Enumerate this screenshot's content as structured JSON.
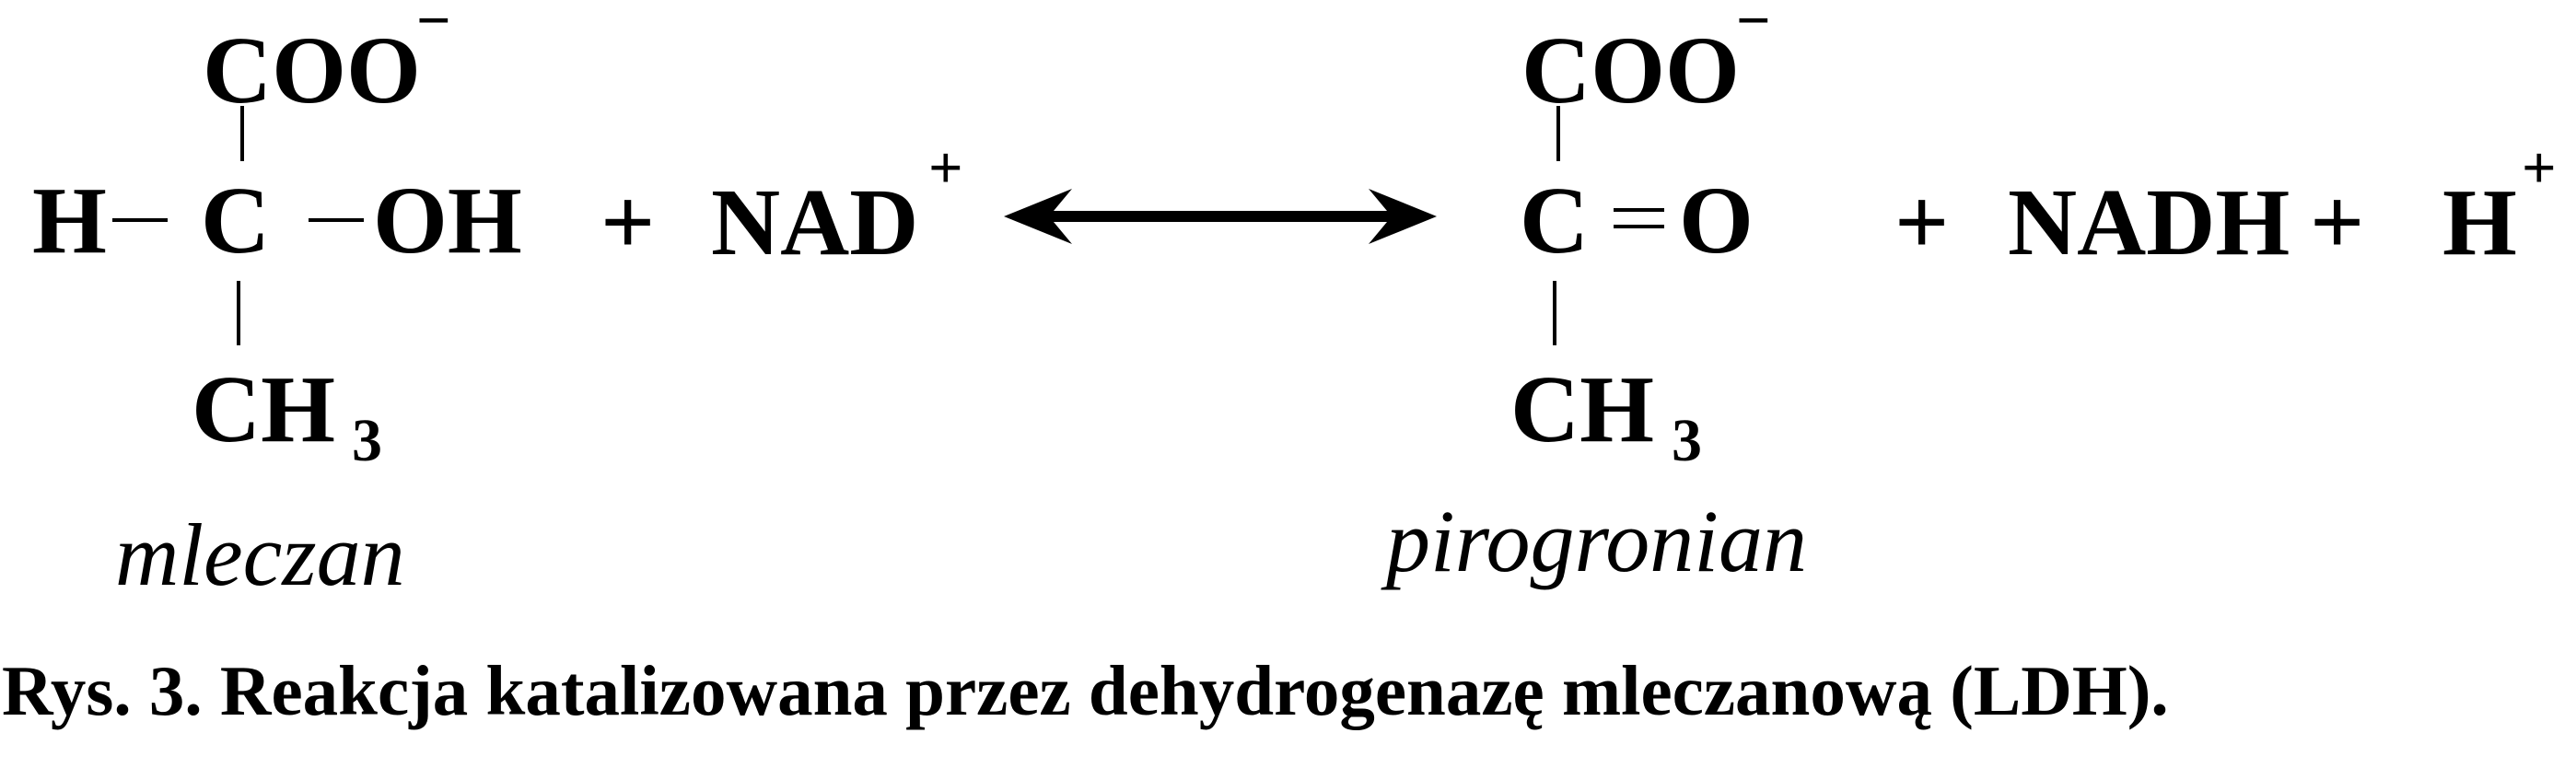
{
  "figure": {
    "caption": "Rys. 3. Reakcja katalizowana przez dehydrogenazę mleczanową (LDH)."
  },
  "lactate": {
    "top_group": "COO",
    "top_charge": "−",
    "left_atom": "H",
    "center_atom": "C",
    "right_group": "OH",
    "bottom_group": "CH",
    "bottom_subscript": "3",
    "name": "mleczan"
  },
  "reactant_plus": "+",
  "nad": {
    "label": "NAD",
    "charge": "+"
  },
  "arrow": {
    "type": "double-headed-arrow"
  },
  "pyruvate": {
    "top_group": "COO",
    "top_charge": "−",
    "center_atom": "C",
    "double_bond_atom": "O",
    "bottom_group": "CH",
    "bottom_subscript": "3",
    "name": "pirogronian"
  },
  "products": {
    "plus_1": "+",
    "nadh": "NADH",
    "plus_2": "+",
    "proton": "H",
    "proton_charge": "+"
  }
}
